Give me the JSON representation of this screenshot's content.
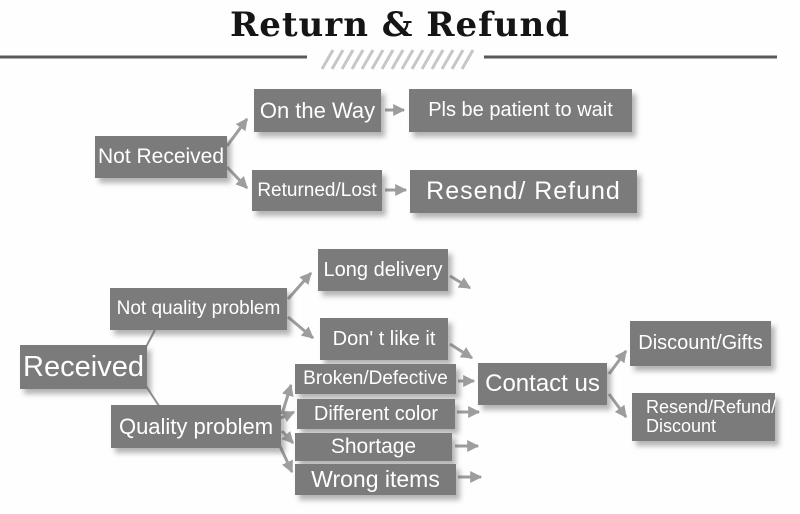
{
  "title": "Return & Refund",
  "colors": {
    "box_fill": "#7b7b7b",
    "box_text": "#ffffff",
    "arrow": "#9d9d9d",
    "title_rule": "#595959",
    "hatch": "#c6c6c6",
    "title_text": "#151515"
  },
  "nodes": {
    "not_received": {
      "label": "Not Received"
    },
    "on_the_way": {
      "label": "On the Way"
    },
    "pls_wait": {
      "label": "Pls be patient to wait"
    },
    "returned_lost": {
      "label": "Returned/Lost"
    },
    "resend_refund": {
      "label": "Resend/ Refund"
    },
    "received": {
      "label": "Received"
    },
    "not_quality_problem": {
      "label": "Not quality problem"
    },
    "long_delivery": {
      "label": "Long delivery"
    },
    "dont_like_it": {
      "label": "Don' t like it"
    },
    "quality_problem": {
      "label": "Quality problem"
    },
    "broken_defective": {
      "label": "Broken/Defective"
    },
    "different_color": {
      "label": "Different color"
    },
    "shortage": {
      "label": "Shortage"
    },
    "wrong_items": {
      "label": "Wrong items"
    },
    "contact_us": {
      "label": "Contact us"
    },
    "discount_gifts": {
      "label": "Discount/Gifts"
    },
    "resend_refund_discount": {
      "label": "Resend/Refund/ Discount"
    }
  },
  "edges": [
    {
      "from": "not_received",
      "to": "on_the_way"
    },
    {
      "from": "not_received",
      "to": "returned_lost"
    },
    {
      "from": "on_the_way",
      "to": "pls_wait"
    },
    {
      "from": "returned_lost",
      "to": "resend_refund"
    },
    {
      "from": "received",
      "to": "not_quality_problem"
    },
    {
      "from": "received",
      "to": "quality_problem"
    },
    {
      "from": "not_quality_problem",
      "to": "long_delivery"
    },
    {
      "from": "not_quality_problem",
      "to": "dont_like_it"
    },
    {
      "from": "long_delivery",
      "to": "contact_us"
    },
    {
      "from": "dont_like_it",
      "to": "contact_us"
    },
    {
      "from": "quality_problem",
      "to": "broken_defective"
    },
    {
      "from": "quality_problem",
      "to": "different_color"
    },
    {
      "from": "quality_problem",
      "to": "shortage"
    },
    {
      "from": "quality_problem",
      "to": "wrong_items"
    },
    {
      "from": "broken_defective",
      "to": "contact_us"
    },
    {
      "from": "different_color",
      "to": "contact_us"
    },
    {
      "from": "shortage",
      "to": "contact_us"
    },
    {
      "from": "wrong_items",
      "to": "contact_us"
    },
    {
      "from": "contact_us",
      "to": "discount_gifts"
    },
    {
      "from": "contact_us",
      "to": "resend_refund_discount"
    }
  ]
}
